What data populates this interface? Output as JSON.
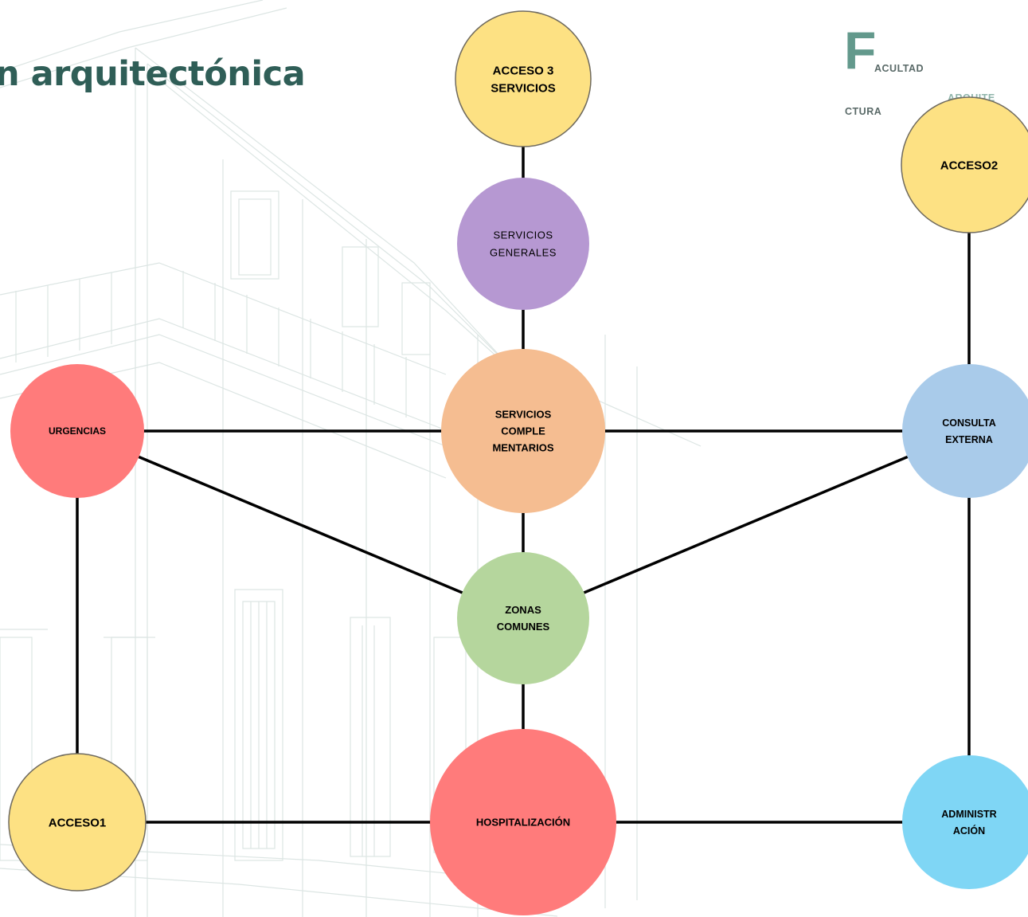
{
  "title": "n arquitectónica",
  "logo": {
    "letter": "F",
    "word1": "ACULTAD",
    "word2": "ARQUITE",
    "word3": "CTURA"
  },
  "colors": {
    "title": "#2f5e57",
    "edge": "#000000",
    "acceso": "#fde183",
    "servicios_generales": "#b698d2",
    "servicios_complementarios": "#f5bd91",
    "urgencias": "#ff7b7b",
    "consulta_externa": "#a9cbea",
    "zonas_comunes": "#b5d69d",
    "hospitalizacion": "#ff7b7b",
    "administracion": "#7fd6f5"
  },
  "nodes": [
    {
      "id": "acceso3",
      "lines": [
        "ACCESO 3",
        "SERVICIOS"
      ],
      "color": "#fde183",
      "bold": true
    },
    {
      "id": "servicios-generales",
      "lines": [
        "SERVICIOS",
        "GENERALES"
      ],
      "color": "#b698d2",
      "bold": false
    },
    {
      "id": "servicios-complementarios",
      "lines": [
        "SERVICIOS",
        "COMPLE",
        "MENTARIOS"
      ],
      "color": "#f5bd91",
      "bold": true
    },
    {
      "id": "urgencias",
      "lines": [
        "URGENCIAS"
      ],
      "color": "#ff7b7b",
      "bold": true
    },
    {
      "id": "acceso2",
      "lines": [
        "ACCESO2"
      ],
      "color": "#fde183",
      "bold": true
    },
    {
      "id": "consulta-externa",
      "lines": [
        "CONSULTA",
        "EXTERNA"
      ],
      "color": "#a9cbea",
      "bold": true
    },
    {
      "id": "zonas-comunes",
      "lines": [
        "ZONAS",
        "COMUNES"
      ],
      "color": "#b5d69d",
      "bold": true
    },
    {
      "id": "acceso1",
      "lines": [
        "ACCESO1"
      ],
      "color": "#fde183",
      "bold": true
    },
    {
      "id": "hospitalizacion",
      "lines": [
        "HOSPITALIZACIÓN"
      ],
      "color": "#ff7b7b",
      "bold": true
    },
    {
      "id": "administracion",
      "lines": [
        "ADMINISTR",
        "ACIÓN"
      ],
      "color": "#7fd6f5",
      "bold": true
    }
  ],
  "edges": [
    [
      "acceso3",
      "servicios-generales"
    ],
    [
      "servicios-generales",
      "servicios-complementarios"
    ],
    [
      "servicios-complementarios",
      "zonas-comunes"
    ],
    [
      "zonas-comunes",
      "hospitalizacion"
    ],
    [
      "urgencias",
      "servicios-complementarios"
    ],
    [
      "urgencias",
      "zonas-comunes"
    ],
    [
      "urgencias",
      "acceso1"
    ],
    [
      "acceso1",
      "hospitalizacion"
    ],
    [
      "hospitalizacion",
      "administracion"
    ],
    [
      "servicios-complementarios",
      "consulta-externa"
    ],
    [
      "zonas-comunes",
      "consulta-externa"
    ],
    [
      "acceso2",
      "consulta-externa"
    ],
    [
      "consulta-externa",
      "administracion"
    ]
  ]
}
